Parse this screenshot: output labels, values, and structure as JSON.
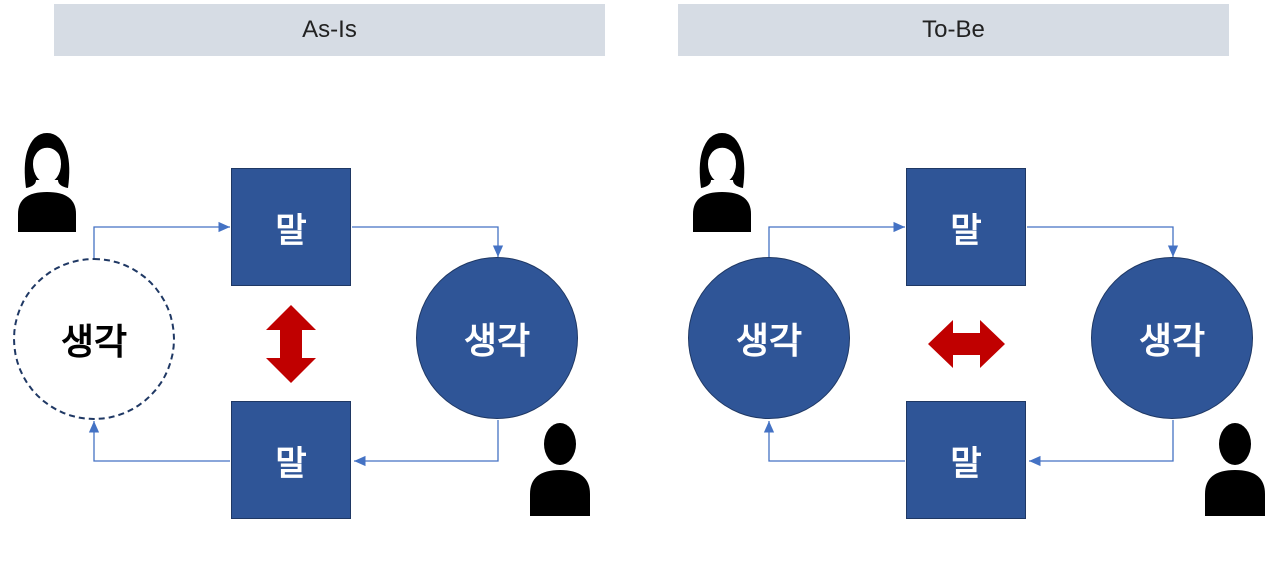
{
  "panels": [
    {
      "header": "As-Is",
      "top_box": "말",
      "bottom_box": "말",
      "left_circle": "생각",
      "right_circle": "생각"
    },
    {
      "header": "To-Be",
      "top_box": "말",
      "bottom_box": "말",
      "left_circle": "생각",
      "right_circle": "생각"
    }
  ],
  "icons": {
    "person_female": "woman-icon",
    "person_male": "man-icon",
    "arrow_vertical": "double-arrow-vertical-icon",
    "arrow_horizontal": "double-arrow-horizontal-icon"
  },
  "colors": {
    "header_bg": "#d6dce4",
    "shape_fill": "#2f5597",
    "connector": "#4472c4",
    "double_arrow": "#c00000"
  }
}
